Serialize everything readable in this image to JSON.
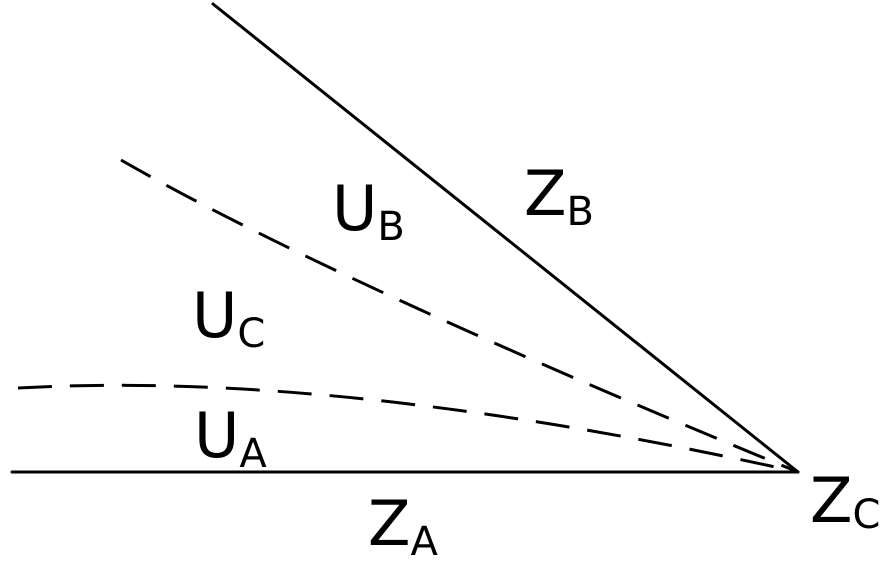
{
  "labels": {
    "z_b": {
      "main": "Z",
      "sub": "B"
    },
    "u_b": {
      "main": "U",
      "sub": "B"
    },
    "u_c": {
      "main": "U",
      "sub": "C"
    },
    "u_a": {
      "main": "U",
      "sub": "A"
    },
    "z_a": {
      "main": "Z",
      "sub": "A"
    },
    "z_c": {
      "main": "Z",
      "sub": "C"
    }
  },
  "colors": {
    "ink": "#000000",
    "background": "#ffffff"
  }
}
